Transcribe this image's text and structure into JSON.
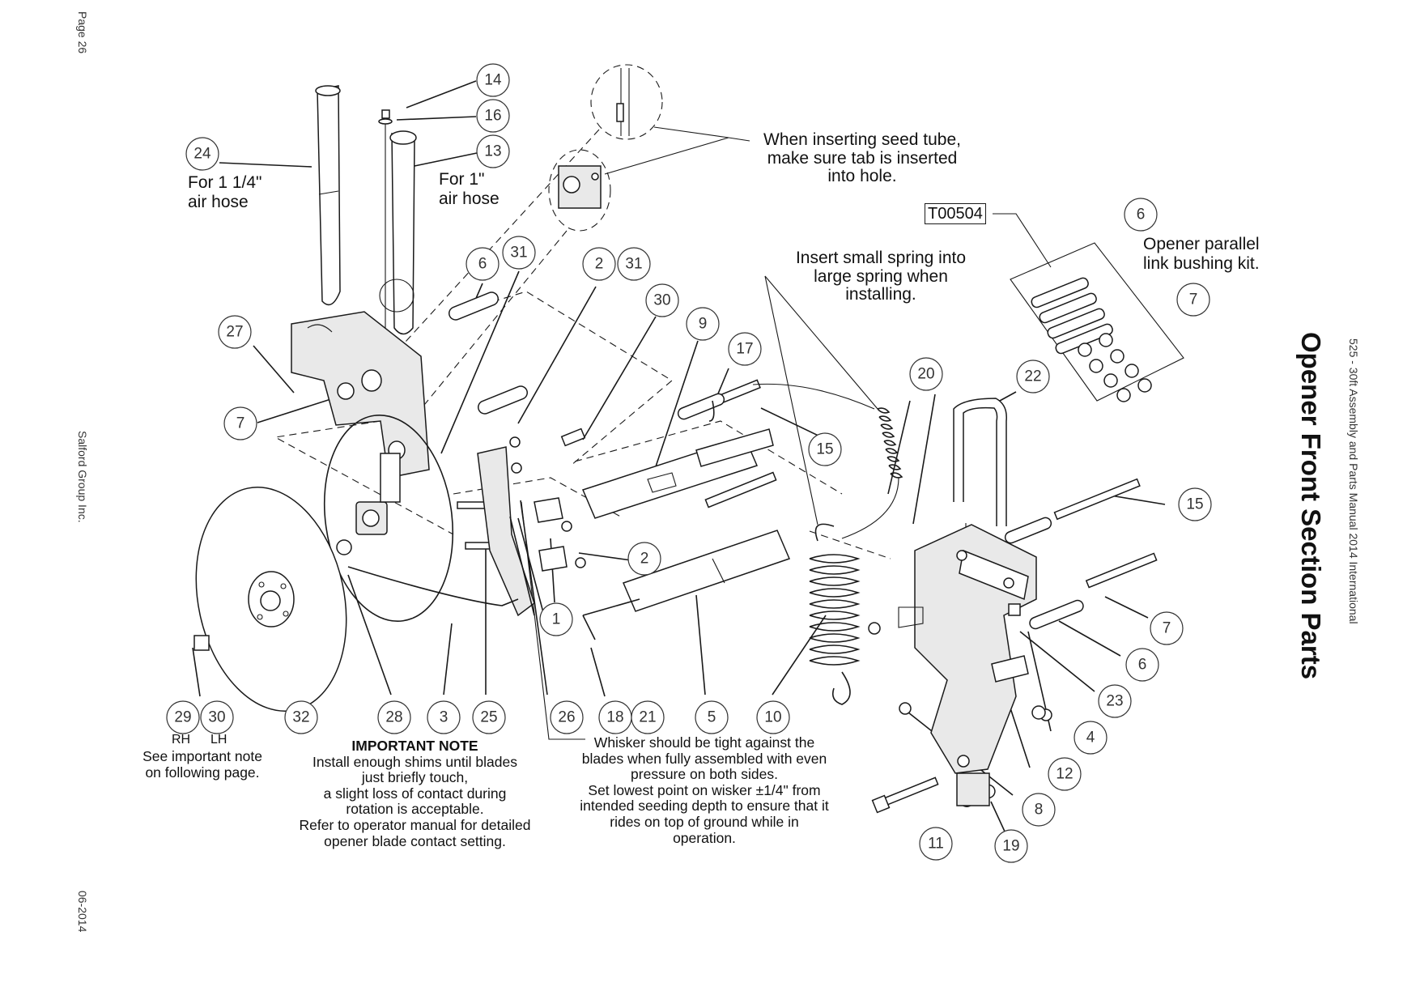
{
  "margin": {
    "page_number": "Page 26",
    "company": "Salford Group Inc.",
    "date": "06-2014",
    "manual": "525 - 30ft Assembly and Parts Manual 2014 International"
  },
  "title": "Opener Front Section Parts",
  "kit": {
    "part_number": "T00504",
    "label_line1": "Opener parallel",
    "label_line2": "link bushing kit."
  },
  "callouts": {
    "hose_large_1": "For 1 1/4\"",
    "hose_large_2": "air hose",
    "hose_small_1": "For 1\"",
    "hose_small_2": "air hose",
    "seed_tube_1": "When inserting seed tube,",
    "seed_tube_2": "make sure tab is inserted",
    "seed_tube_3": "into hole.",
    "spring_1": "Insert small spring into",
    "spring_2": "large spring when",
    "spring_3": "installing.",
    "rh": "RH",
    "lh": "LH",
    "see_note_1": "See important note",
    "see_note_2": "on following page."
  },
  "important_note": {
    "heading": "IMPORTANT NOTE",
    "line1": "Install enough shims until blades",
    "line2": "just briefly touch,",
    "line3": "a slight loss of contact during",
    "line4": "rotation is acceptable.",
    "line5": "Refer to operator manual for detailed",
    "line6": "opener blade contact setting."
  },
  "whisker_note": {
    "line1": "Whisker should be tight against the",
    "line2": "blades when fully assembled with even",
    "line3": "pressure on both sides.",
    "line4": "Set lowest point on wisker ±1/4\" from",
    "line5": "intended seeding depth to ensure that it",
    "line6": "rides on top of ground while in",
    "line7": "operation."
  },
  "balloons": [
    "14",
    "16",
    "13",
    "24",
    "6",
    "31",
    "2",
    "31",
    "30",
    "9",
    "17",
    "27",
    "7",
    "15",
    "20",
    "22",
    "6",
    "7",
    "15",
    "7",
    "6",
    "23",
    "4",
    "12",
    "8",
    "11",
    "19",
    "2",
    "1",
    "29",
    "30",
    "32",
    "28",
    "3",
    "25",
    "26",
    "18",
    "21",
    "5",
    "10"
  ]
}
